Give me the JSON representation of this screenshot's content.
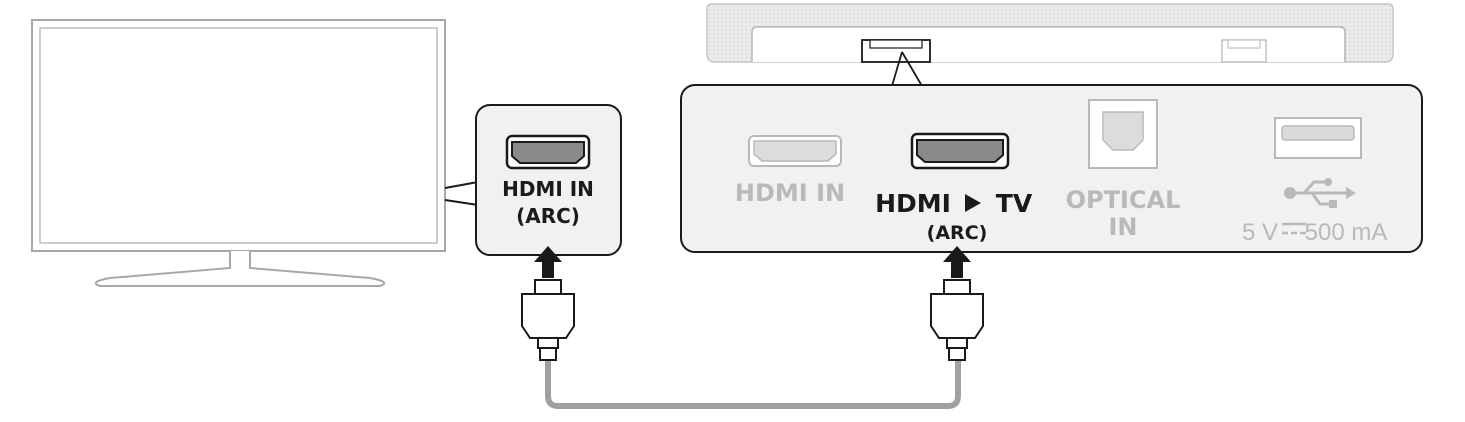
{
  "tv": {
    "port_label_line1": "HDMI IN",
    "port_label_line2": "(ARC)"
  },
  "soundbar": {
    "hdmi_in_label": "HDMI IN",
    "hdmi_tv_label_left": "HDMI",
    "hdmi_tv_label_right": "TV",
    "hdmi_tv_sub_label": "(ARC)",
    "optical_label_line1": "OPTICAL",
    "optical_label_line2": "IN",
    "usb_label_left": "5 V",
    "usb_label_right": "500 mA"
  },
  "colors": {
    "line_dark": "#1a1a1a",
    "panel_fill": "#f1f1f1",
    "muted": "#b9b9b9",
    "cable": "#a0a0a0",
    "port_dark": "#8a8a8a"
  }
}
